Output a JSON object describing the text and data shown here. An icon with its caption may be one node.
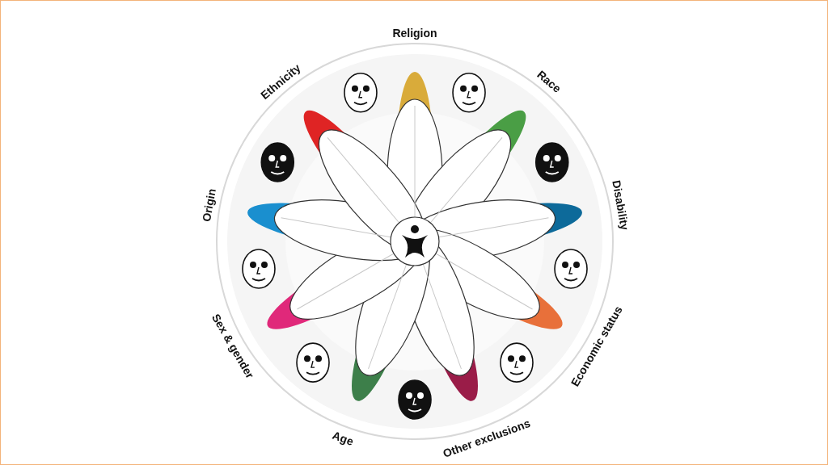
{
  "diagram": {
    "labels": [
      "Religion",
      "Race",
      "Disability",
      "Economic status",
      "Other exclusions",
      "Age",
      "Sex & gender",
      "Origin",
      "Ethnicity"
    ]
  }
}
